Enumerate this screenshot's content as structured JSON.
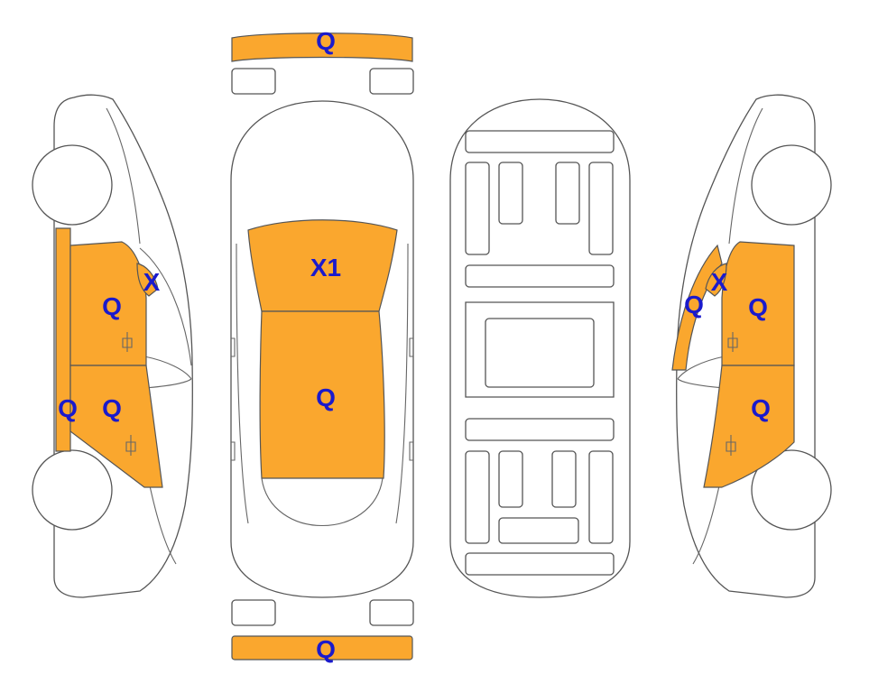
{
  "colors": {
    "damage_fill": "#FAA72E",
    "label_text": "#1A1ACC",
    "outline": "#555555"
  },
  "labels": {
    "front_bumper": "Q",
    "rear_bumper": "Q",
    "windshield": "X1",
    "hood": "Q",
    "left_front_door": "Q",
    "left_rear_door": "Q",
    "left_front_window": "X",
    "left_rocker": "Q",
    "right_front_door": "Q",
    "right_rear_door": "Q",
    "right_front_window": "X",
    "right_a_pillar": "Q"
  }
}
